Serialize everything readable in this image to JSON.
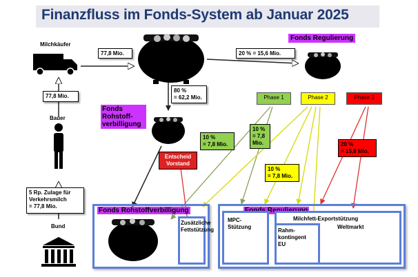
{
  "title": "Finanzfluss im Fonds-System ab Januar 2025",
  "labels": {
    "milchkaeufer": "Milchkäufer",
    "bauer": "Bauer",
    "bund": "Bund",
    "zulage_line1": "5 Rp. Zulage für",
    "zulage_line2": "Verkehrsmilch",
    "zulage_line3": "= 77,8 Mio."
  },
  "flows": {
    "buyer_to_pot": "77,8 Mio.",
    "bauer_to_buyer": "77,8 Mio.",
    "to_regulierung": "20 % = 15,6 Mio.",
    "to_rohstoff_line1": "80 %",
    "to_rohstoff_line2": "= 62,2 Mio.",
    "phase1_a_line1": "10 %",
    "phase1_a_line2": "= 7,8 Mio.",
    "phase1_b_line1": "10 %",
    "phase1_b_line2": "= 7,8",
    "phase1_b_line3": "Mio.",
    "phase2_line1": "10 %",
    "phase2_line2": "= 7,8 Mio.",
    "phase3_line1": "20 %",
    "phase3_line2": "= 15,6 Mio."
  },
  "funds": {
    "regulierung_top": "Fonds Regulierung",
    "rohstoff_side_line1": "Fonds",
    "rohstoff_side_line2": "Rohstoff-",
    "rohstoff_side_line3": "verbilligung",
    "rohstoff_bottom": "Fonds Rohstoffverbilligung",
    "regulierung_bottom": "Fonds Regulierung"
  },
  "phases": [
    {
      "label": "Phase 1",
      "color": "#92d050"
    },
    {
      "label": "Phase 2",
      "color": "#ffff00"
    },
    {
      "label": "Phase 3",
      "color": "#ff0000"
    }
  ],
  "entscheid": {
    "line1": "Entscheid",
    "line2": "Vorstand",
    "color": "#dd2222"
  },
  "sub": {
    "zusaetzliche_line1": "Zusätzliche",
    "zusaetzliche_line2": "Fettstützung",
    "mpc_line1": "MPC-",
    "mpc_line2": "Stützung",
    "milchfett": "Milchfett-Exportstützung",
    "weltmarkt": "Weltmarkt",
    "rahm_line1": "Rahm-",
    "rahm_line2": "kontingent",
    "rahm_line3": "EU"
  },
  "colors": {
    "title": "#1f3a73",
    "magenta": "#cc33ff",
    "frame_blue": "#5b7fd6",
    "arrow_green": "#8aa05a",
    "arrow_yellow": "#e6e600",
    "arrow_red": "#e03030"
  }
}
